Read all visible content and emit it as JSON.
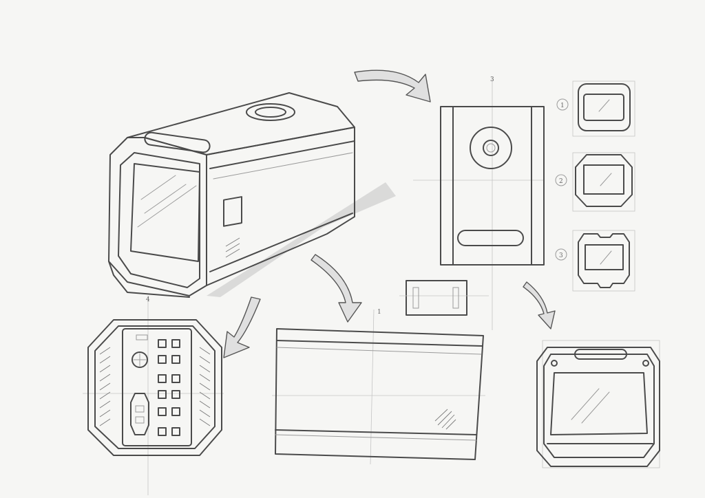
{
  "sheet": {
    "paper_color": "#f6f6f4",
    "pencil_color": "#4a4a4a"
  },
  "view_labels": {
    "back_view": "4",
    "side_view": "1",
    "front_view": "3"
  },
  "variant_labels": [
    "1",
    "2",
    "3"
  ]
}
